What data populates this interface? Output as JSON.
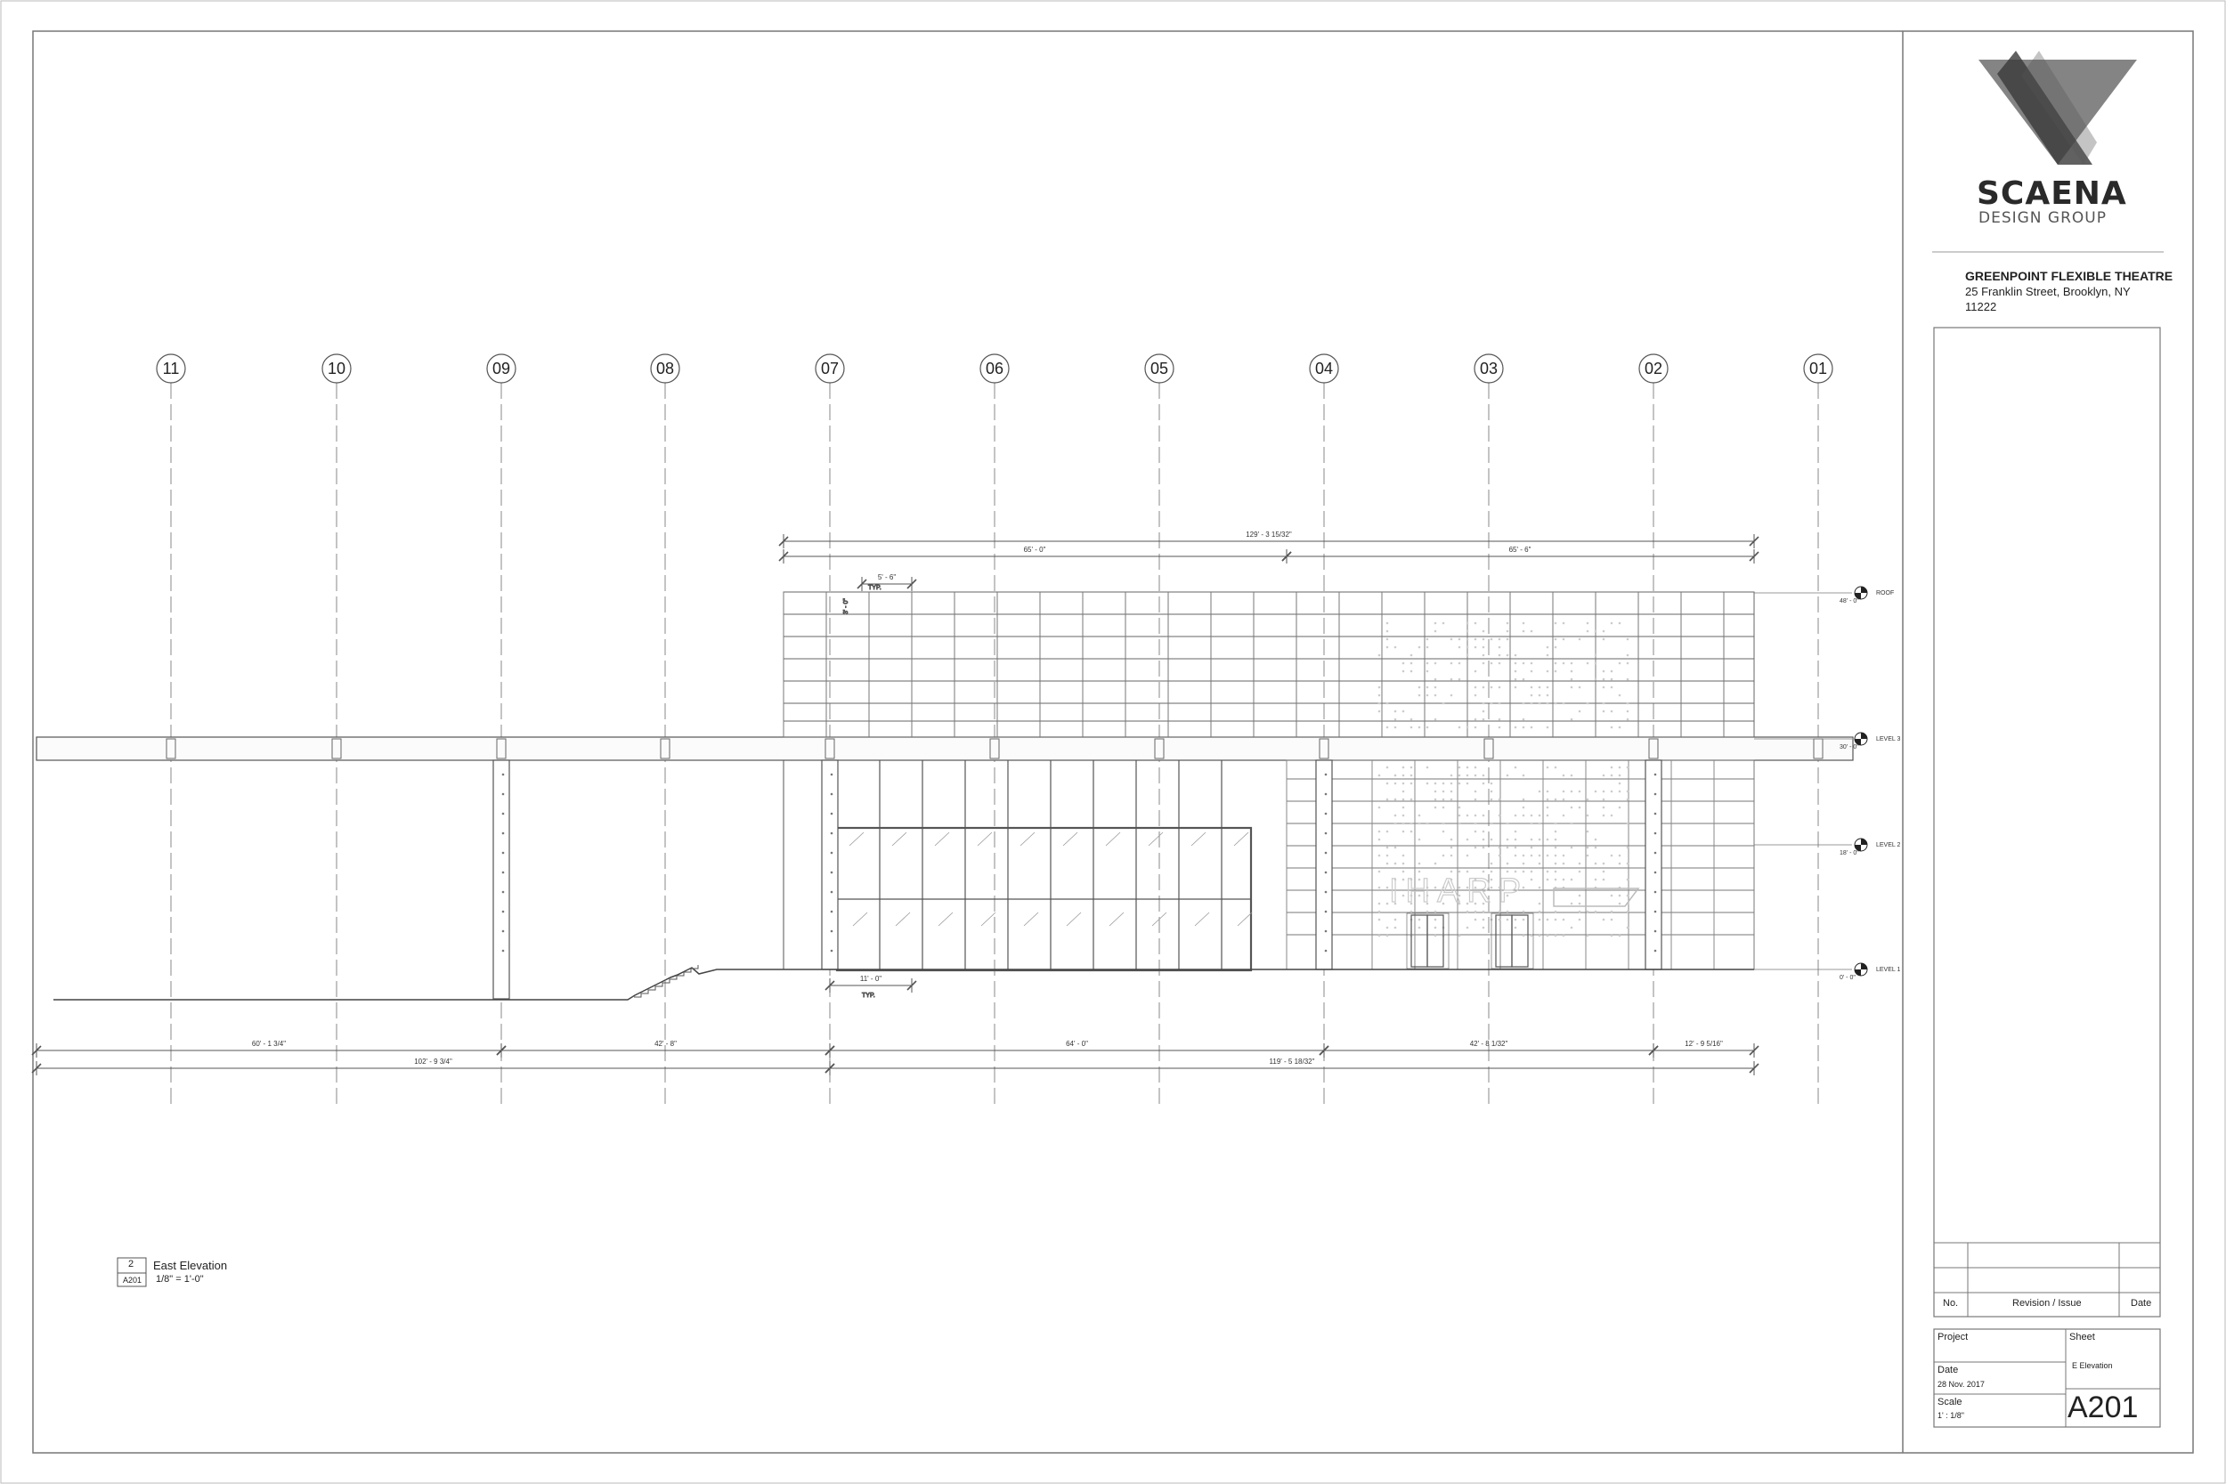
{
  "firm": {
    "name": "SCAENA",
    "subtitle": "DESIGN GROUP"
  },
  "project": {
    "name": "GREENPOINT FLEXIBLE THEATRE",
    "address": "25 Franklin Street, Brooklyn, NY",
    "zip": "11222"
  },
  "revision_table": {
    "col_no": "No.",
    "col_issue": "Revision / Issue",
    "col_date": "Date"
  },
  "info_block": {
    "project_label": "Project",
    "sheet_label": "Sheet",
    "sheet_name": "E Elevation",
    "date_label": "Date",
    "date_value": "28 Nov. 2017",
    "scale_label": "Scale",
    "scale_value": "1' : 1/8\"",
    "sheet_number": "A201"
  },
  "drawing": {
    "view_number": "2",
    "view_sheet_ref": "A201",
    "view_title": "East Elevation",
    "view_scale": "1/8\" = 1'-0\"",
    "grids": [
      "11",
      "10",
      "09",
      "08",
      "07",
      "06",
      "05",
      "04",
      "03",
      "02",
      "01"
    ],
    "levels": [
      {
        "name": "ROOF",
        "elev": "48' - 0\""
      },
      {
        "name": "LEVEL 3",
        "elev": "30' - 0\""
      },
      {
        "name": "LEVEL 2",
        "elev": "18' - 0\""
      },
      {
        "name": "LEVEL 1",
        "elev": "0' - 0\""
      }
    ],
    "top_dims": {
      "overall": "129' - 3 15/32\"",
      "left": "65' - 0\"",
      "right": "65' - 6\""
    },
    "detail_dims": {
      "spacing": "5' - 6\"",
      "typ": "TYP.",
      "height": "3' - 0\"",
      "door_width": "11' - 0\""
    },
    "bottom_dims_row1": [
      "60' - 1 3/4\"",
      "42' - 8\"",
      "64' - 0\"",
      "42' - 8 1/32\"",
      "12' - 9 5/16\""
    ],
    "bottom_dims_row2": [
      "102' - 9 3/4\"",
      "119' - 5 18/32\""
    ],
    "sign_text": "IHARP"
  },
  "colors": {
    "line": "#444444",
    "logo_dark": "#3a3a3a",
    "logo_gray": "#7d7d7d"
  }
}
